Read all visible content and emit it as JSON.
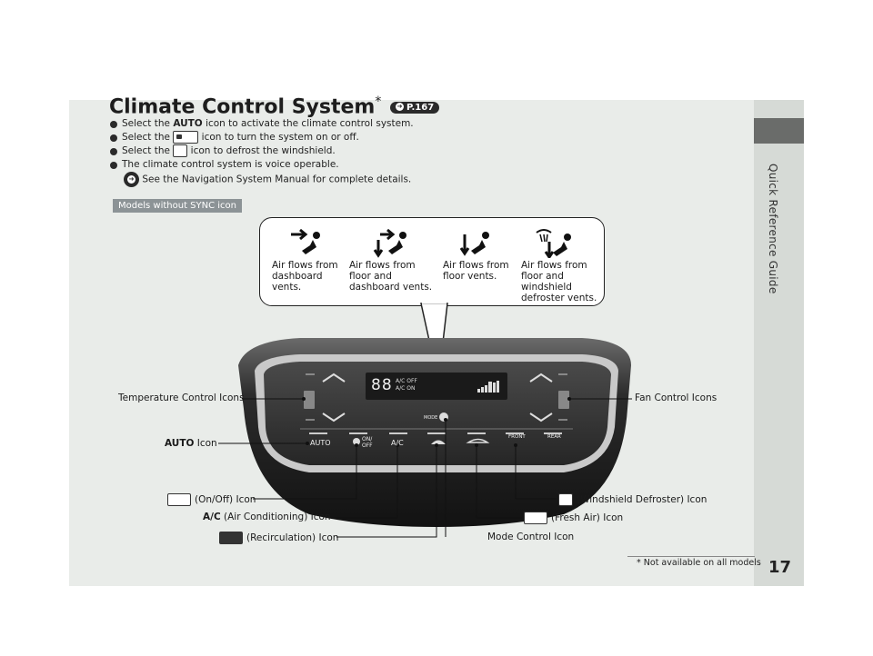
{
  "header": {
    "title": "Climate Control System",
    "title_mark": "*",
    "xref": "P.167"
  },
  "sidebar": {
    "label": "Quick Reference Guide"
  },
  "bullets": [
    {
      "pre": "Select the ",
      "bold": "AUTO",
      "post": " icon to activate the climate control system."
    },
    {
      "pre": "Select the ",
      "icon": "on-off-icon",
      "post": " icon to turn the system on or off."
    },
    {
      "pre": "Select the ",
      "icon": "front-defrost-icon",
      "post": " icon to defrost the windshield."
    },
    {
      "pre": "The climate control system is voice operable.",
      "bold": "",
      "post": ""
    }
  ],
  "bullet_sub": "See the Navigation System Manual for complete details.",
  "models_tag": "Models without SYNC icon",
  "mode_labels": [
    "Air flows from dashboard vents.",
    "Air flows from floor and dashboard vents.",
    "Air flows from floor vents.",
    "Air flows from floor and windshield defroster vents."
  ],
  "panel": {
    "temp": "88",
    "ac_off": "A/C OFF",
    "ac_on": "A/C ON",
    "auto": "AUTO",
    "on": "ON/",
    "off": "OFF",
    "ac": "A/C",
    "front": "FRONT",
    "rear": "REAR",
    "mode": "MODE"
  },
  "callouts": {
    "temperature": "Temperature Control Icons",
    "fan": "Fan Control Icons",
    "auto_bold": "AUTO",
    "auto_rest": " Icon",
    "onoff": "(On/Off) Icon",
    "windshield": "(Windshield Defroster) Icon",
    "ac_bold": "A/C",
    "ac_rest": " (Air Conditioning) Icon",
    "fresh": "(Fresh Air) Icon",
    "recirc": "(Recirculation) Icon",
    "mode": "Mode Control Icon"
  },
  "footer": {
    "page_number": "17",
    "footnote": "* Not available on all models"
  }
}
